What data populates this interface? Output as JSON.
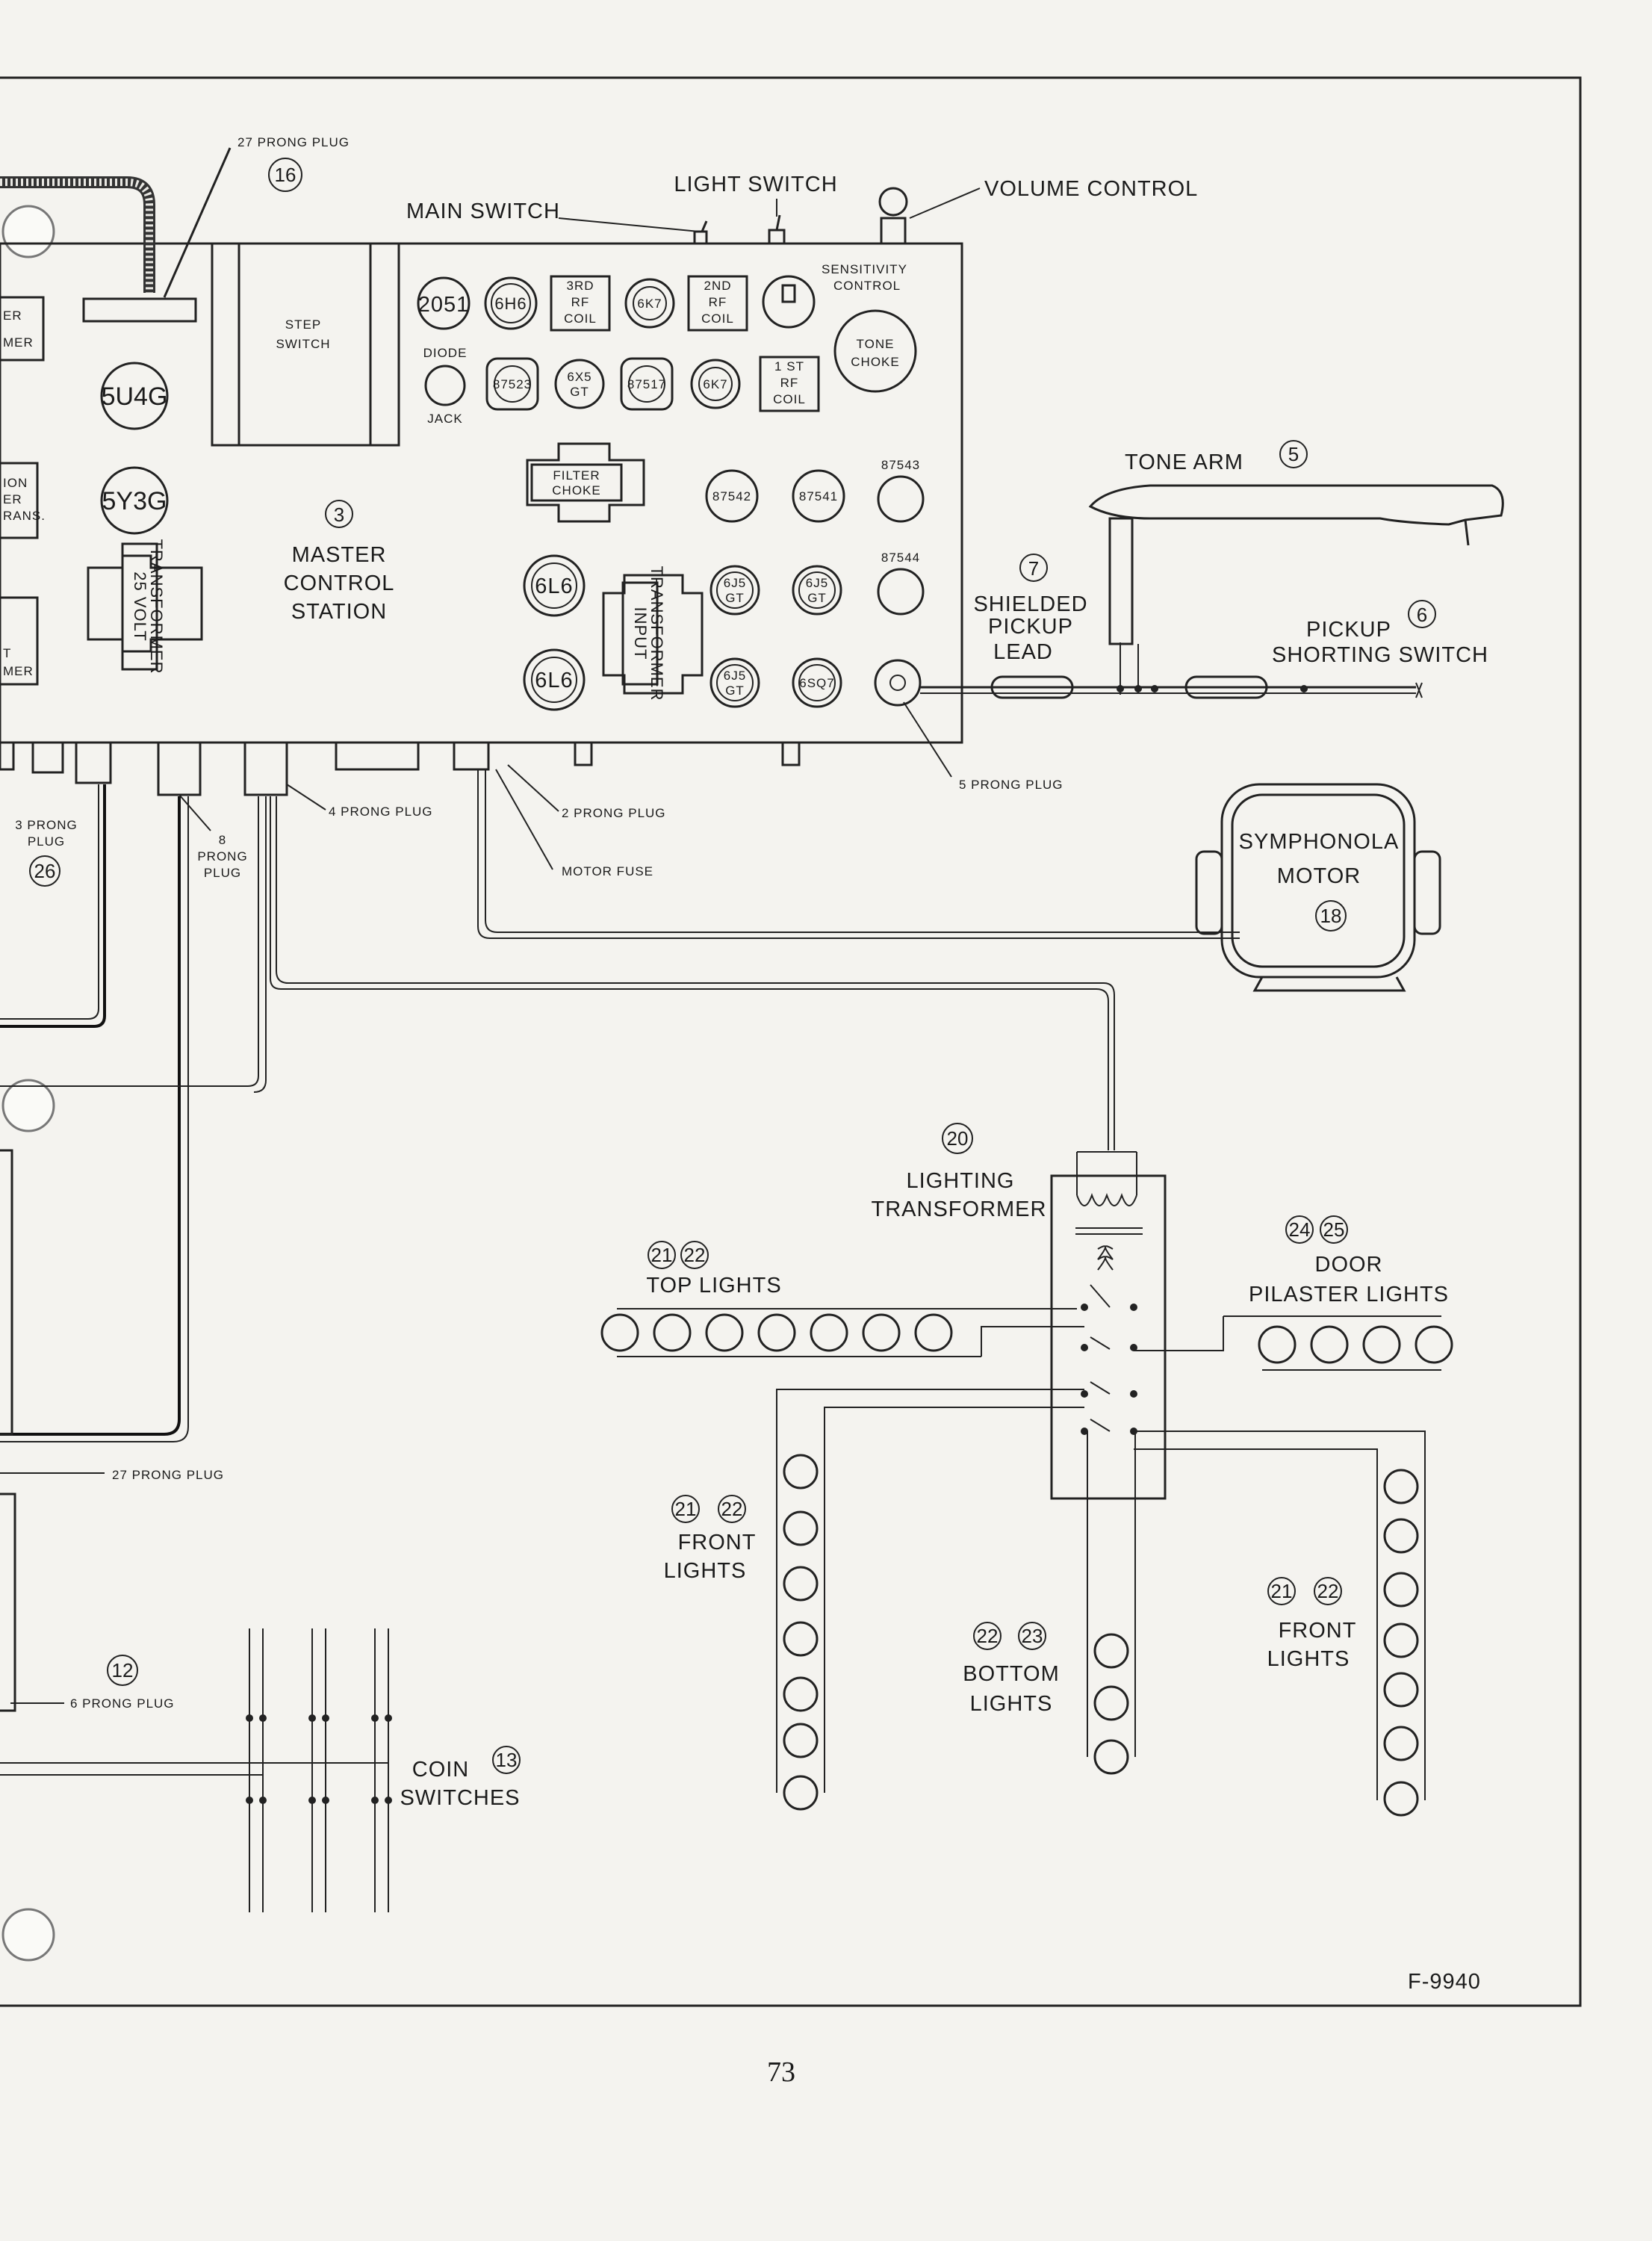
{
  "labels": {
    "plug27_top": "27 PRONG PLUG",
    "main_switch": "MAIN SWITCH",
    "light_switch": "LIGHT SWITCH",
    "volume_control": "VOLUME CONTROL",
    "sensitivity_control_1": "SENSITIVITY",
    "sensitivity_control_2": "CONTROL",
    "step_switch_1": "STEP",
    "step_switch_2": "SWITCH",
    "tone_choke_1": "TONE",
    "tone_choke_2": "CHOKE",
    "rf3_1": "3RD",
    "rf3_2": "RF",
    "rf3_3": "COIL",
    "rf2_1": "2ND",
    "rf2_2": "RF",
    "rf2_3": "COIL",
    "rf1_1": "1 ST",
    "rf1_2": "RF",
    "rf1_3": "COIL",
    "diode": "DIODE",
    "jack": "JACK",
    "filter_choke_1": "FILTER",
    "filter_choke_2": "CHOKE",
    "input_transformer_1": "INPUT",
    "input_transformer_2": "TRANSFORMER",
    "volt25_1": "25 VOLT",
    "volt25_2": "TRANSFORMER",
    "master_1": "MASTER",
    "master_2": "CONTROL",
    "master_3": "STATION",
    "left_er": "ER",
    "left_mer": "MER",
    "left_ion": "ION",
    "left_er2": "ER",
    "left_rans": "RANS.",
    "left_t": "T",
    "left_mer2": "MER",
    "tone_arm": "TONE ARM",
    "shielded_1": "SHIELDED",
    "shielded_2": "PICKUP",
    "shielded_3": "LEAD",
    "pickup_1": "PICKUP",
    "pickup_2": "SHORTING SWITCH",
    "plug5": "5 PRONG PLUG",
    "plug2": "2 PRONG PLUG",
    "plug4": "4 PRONG PLUG",
    "motor_fuse": "MOTOR FUSE",
    "plug3_1": "3 PRONG",
    "plug3_2": "PLUG",
    "plug8_1": "8",
    "plug8_2": "PRONG",
    "plug8_3": "PLUG",
    "motor_1": "SYMPHONOLA",
    "motor_2": "MOTOR",
    "lighting_1": "LIGHTING",
    "lighting_2": "TRANSFORMER",
    "top_lights": "TOP LIGHTS",
    "door_1": "DOOR",
    "door_2": "PILASTER LIGHTS",
    "front_l_1": "FRONT",
    "front_l_2": "LIGHTS",
    "bottom_1": "BOTTOM",
    "bottom_2": "LIGHTS",
    "front_r_1": "FRONT",
    "front_r_2": "LIGHTS",
    "plug27_bottom": "27 PRONG PLUG",
    "plug6": "6 PRONG PLUG",
    "coin_1": "COIN",
    "coin_2": "SWITCHES",
    "figure_id": "F-9940",
    "page_number": "73"
  },
  "callouts": {
    "plug27": "16",
    "master": "3",
    "tone_arm": "5",
    "shielded": "7",
    "pickup": "6",
    "plug3": "26",
    "motor": "18",
    "lighting": "20",
    "top_a": "21",
    "top_b": "22",
    "door_a": "24",
    "door_b": "25",
    "front_l_a": "21",
    "front_l_b": "22",
    "bottom_a": "22",
    "bottom_b": "23",
    "front_r_a": "21",
    "front_r_b": "22",
    "coin_a": "12",
    "coin_b": "13"
  },
  "tubes": {
    "t2051": "2051",
    "t6h6": "6H6",
    "t6k7a": "6K7",
    "t6k7b": "6K7",
    "t87523": "87523",
    "t6x5": "6X5",
    "t6x5b": "GT",
    "t87517": "87517",
    "t5u4g": "5U4G",
    "t5y3g": "5Y3G",
    "t87542": "87542",
    "t87541": "87541",
    "t87543": "87543",
    "t87544": "87544",
    "t6l6a": "6L6",
    "t6l6b": "6L6",
    "t6j5a": "6J5",
    "t6j5ab": "GT",
    "t6j5b": "6J5",
    "t6j5bb": "GT",
    "t6j5c": "6J5",
    "t6j5cb": "GT",
    "t6sq7": "6SQ7"
  }
}
